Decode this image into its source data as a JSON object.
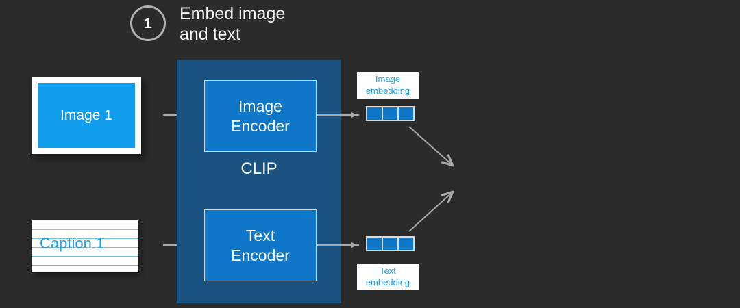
{
  "step": {
    "number": "1",
    "title": "Embed image\nand text"
  },
  "inputs": {
    "image_card": {
      "label": "Image 1",
      "color": "#119eec"
    },
    "caption_card": {
      "label": "Caption 1",
      "color": "#1e9de8",
      "rule_color": "#6ec6f0"
    }
  },
  "model": {
    "name": "CLIP",
    "background": "#1a5282",
    "encoders": [
      {
        "line1": "Image",
        "line2": "Encoder",
        "color": "#0f77c8"
      },
      {
        "line1": "Text",
        "line2": "Encoder",
        "color": "#0f77c8"
      }
    ]
  },
  "outputs": {
    "image_embedding": {
      "label": "Image\nembedding",
      "cells": [
        "",
        "",
        ""
      ],
      "cell_color": "#0f77c8"
    },
    "text_embedding": {
      "label": "Text\nembedding",
      "cells": [
        "",
        "",
        ""
      ],
      "cell_color": "#0f77c8"
    }
  },
  "theme": {
    "background": "#2b2b2b",
    "line_color": "#a8a8a8",
    "text_color": "#f4f4f4"
  }
}
